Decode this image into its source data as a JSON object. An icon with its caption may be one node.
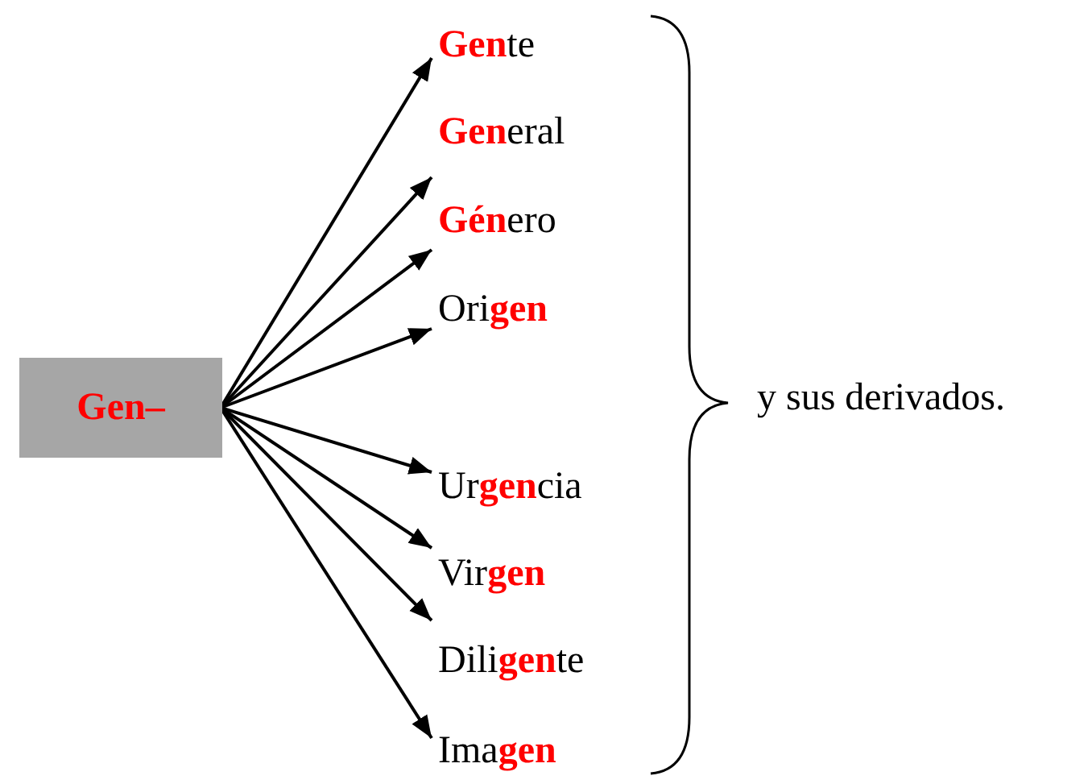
{
  "diagram": {
    "nodes": [
      {
        "text": [
          "Gen–"
        ]
      },
      {
        "text": [
          "**Gen**te"
        ]
      },
      {
        "text": [
          "**Gen**eral"
        ]
      },
      {
        "text": [
          "**Gén**ero"
        ]
      },
      {
        "text": [
          "Ori**gen**"
        ]
      },
      {
        "text": [
          "Ur**gen**cia"
        ]
      },
      {
        "text": [
          "Vir**gen**"
        ]
      },
      {
        "text": [
          "Dili**gen**te"
        ]
      },
      {
        "text": [
          "Ima**gen**"
        ]
      }
    ],
    "edges": [
      {
        "from": 0,
        "to": 1,
        "arrow": "to"
      },
      {
        "from": 0,
        "to": 2,
        "arrow": "to"
      },
      {
        "from": 0,
        "to": 3,
        "arrow": "to"
      },
      {
        "from": 0,
        "to": 4,
        "arrow": "to"
      },
      {
        "from": 0,
        "to": 5,
        "arrow": "to"
      },
      {
        "from": 0,
        "to": 6,
        "arrow": "to"
      },
      {
        "from": 0,
        "to": 7,
        "arrow": "to"
      },
      {
        "from": 0,
        "to": 8,
        "arrow": "to"
      }
    ],
    "labels": [
      "y sus derivados."
    ]
  }
}
